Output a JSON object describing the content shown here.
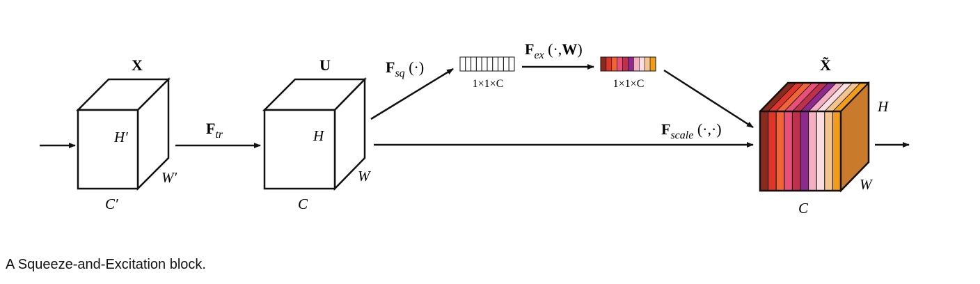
{
  "tensors": {
    "input": {
      "label": "X",
      "height": "H′",
      "width": "W′",
      "channels": "C′"
    },
    "transformed": {
      "label": "U",
      "height": "H",
      "width": "W",
      "channels": "C"
    },
    "output": {
      "label": "X̃",
      "height": "H",
      "width": "W",
      "channels": "C"
    }
  },
  "operations": {
    "transform": {
      "symbol": "F",
      "subscript": "tr"
    },
    "squeeze": {
      "symbol": "F",
      "subscript": "sq",
      "args": " (·)"
    },
    "excitation": {
      "symbol": "F",
      "subscript": "ex",
      "args_open": " (·,",
      "args_bold": "W",
      "args_close": ")"
    },
    "scale": {
      "symbol": "F",
      "subscript": "scale",
      "args": " (·,·)"
    }
  },
  "vectors": {
    "squeezed": {
      "dims": "1×1×C",
      "cells": 10
    },
    "excited": {
      "dims": "1×1×C"
    }
  },
  "channel_colors": [
    "#8a2a1c",
    "#e0352a",
    "#f06438",
    "#e8507a",
    "#c0304a",
    "#8e2a8e",
    "#f4b0c0",
    "#f9dde0",
    "#f4c48e",
    "#f39c1a"
  ],
  "output_side_color": "#c97a2a",
  "caption": "A Squeeze-and-Excitation block."
}
